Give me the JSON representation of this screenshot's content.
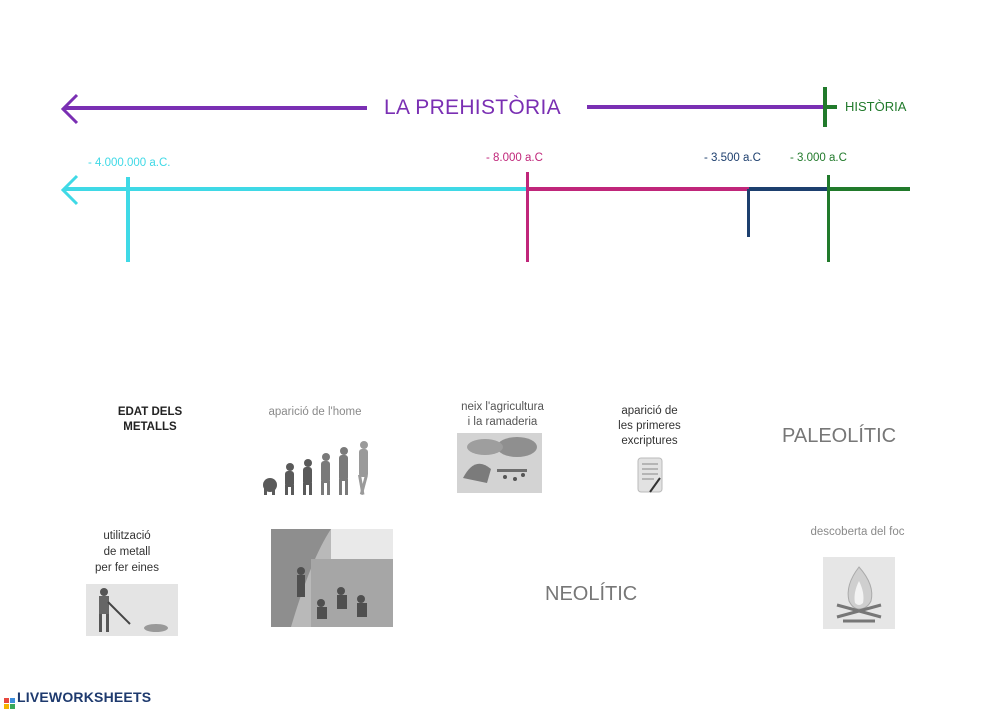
{
  "top_timeline": {
    "title": "LA PREHISTÒRIA",
    "end_label": "HISTÒRIA",
    "colors": {
      "prehistory": "#7a2fb3",
      "history": "#217a2b"
    }
  },
  "bottom_timeline": {
    "markers": [
      {
        "label": "- 4.000.000 a.C.",
        "color": "#3fd9e6"
      },
      {
        "label": "-  8.000 a.C",
        "color": "#c0267a"
      },
      {
        "label": "- 3.500 a.C",
        "color": "#1d3f6e"
      },
      {
        "label": "- 3.000 a.C",
        "color": "#217a2b"
      }
    ]
  },
  "cards": {
    "edat_metalls": "EDAT DELS\nMETALLS",
    "aparicio_home": "aparició de l'home",
    "agricultura": "neix l'agricultura\ni la ramaderia",
    "escriptures": "aparició de\nles primeres\nexcriptures",
    "paleolitic": "PALEOLÍTIC",
    "metall": "utilització\nde metall\nper fer eines",
    "neolitic": "NEOLÍTIC",
    "foc": "descoberta del foc"
  },
  "images": {
    "evolution": "human-evolution-illustration",
    "village": "neolithic-village-illustration",
    "tablet": "cuneiform-tablet-illustration",
    "metalworker": "metalworker-illustration",
    "cave_scene": "paleolithic-cave-scene-illustration",
    "fire": "campfire-illustration"
  },
  "footer": {
    "brand": "LIVEWORKSHEETS"
  }
}
